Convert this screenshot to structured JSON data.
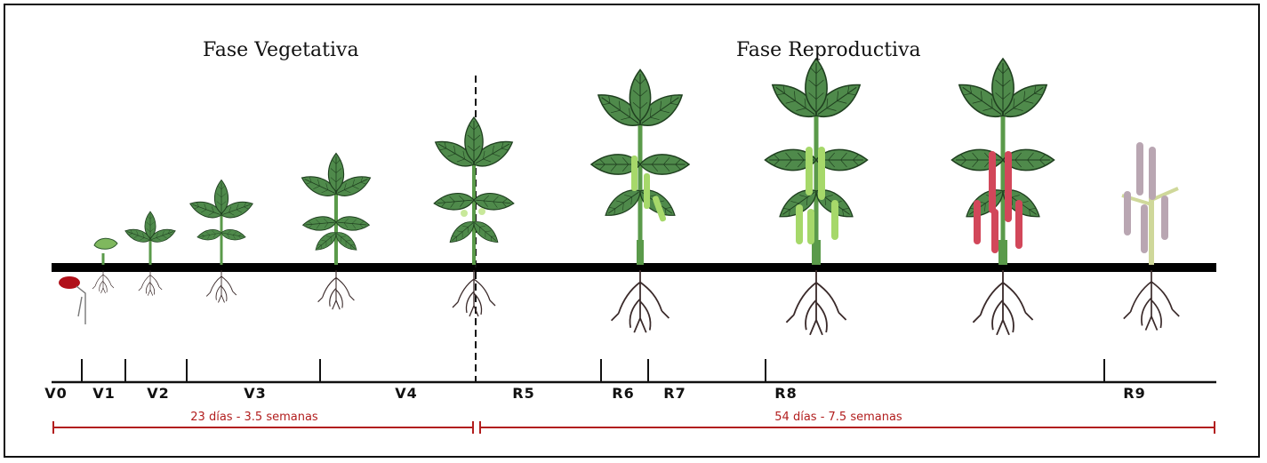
{
  "phases": {
    "vegetative": {
      "title": "Fase Vegetativa",
      "duration": "23 días - 3.5 semanas"
    },
    "reproductive": {
      "title": "Fase Reproductiva",
      "duration": "54 días - 7.5 semanas"
    }
  },
  "stages": [
    "V0",
    "V1",
    "V2",
    "V3",
    "V4",
    "R5",
    "R6",
    "R7",
    "R8",
    "R9"
  ],
  "colors": {
    "leaf": "#4f8a4b",
    "leaf_dark": "#2e5a2e",
    "pod_green": "#a6d86a",
    "pod_red": "#d2475a",
    "pod_dry": "#b9a6b2",
    "ground": "#000000",
    "duration_line": "#b21e1e",
    "seed": "#b0101a",
    "root": "#3a2a2a"
  }
}
